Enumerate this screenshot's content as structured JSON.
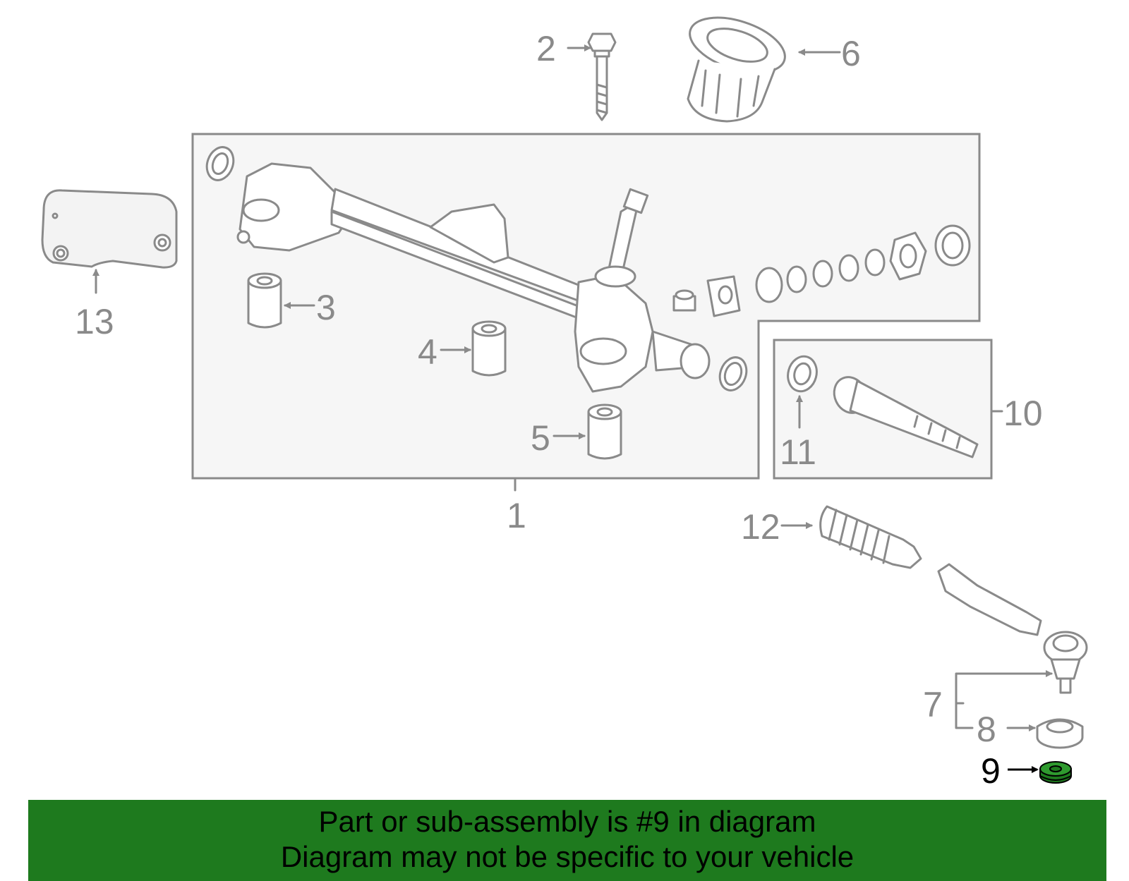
{
  "callouts": {
    "c1": "1",
    "c2": "2",
    "c3": "3",
    "c4": "4",
    "c5": "5",
    "c6": "6",
    "c7": "7",
    "c8": "8",
    "c9": "9",
    "c10": "10",
    "c11": "11",
    "c12": "12",
    "c13": "13"
  },
  "highlighted_part": "9",
  "colors": {
    "highlight": "#1e7a1e",
    "line": "#8a8a8a",
    "box_fill": "#f6f6f6"
  },
  "banner": {
    "line1": "Part or sub-assembly is #9 in diagram",
    "line2": "Diagram may not be specific to your vehicle"
  }
}
